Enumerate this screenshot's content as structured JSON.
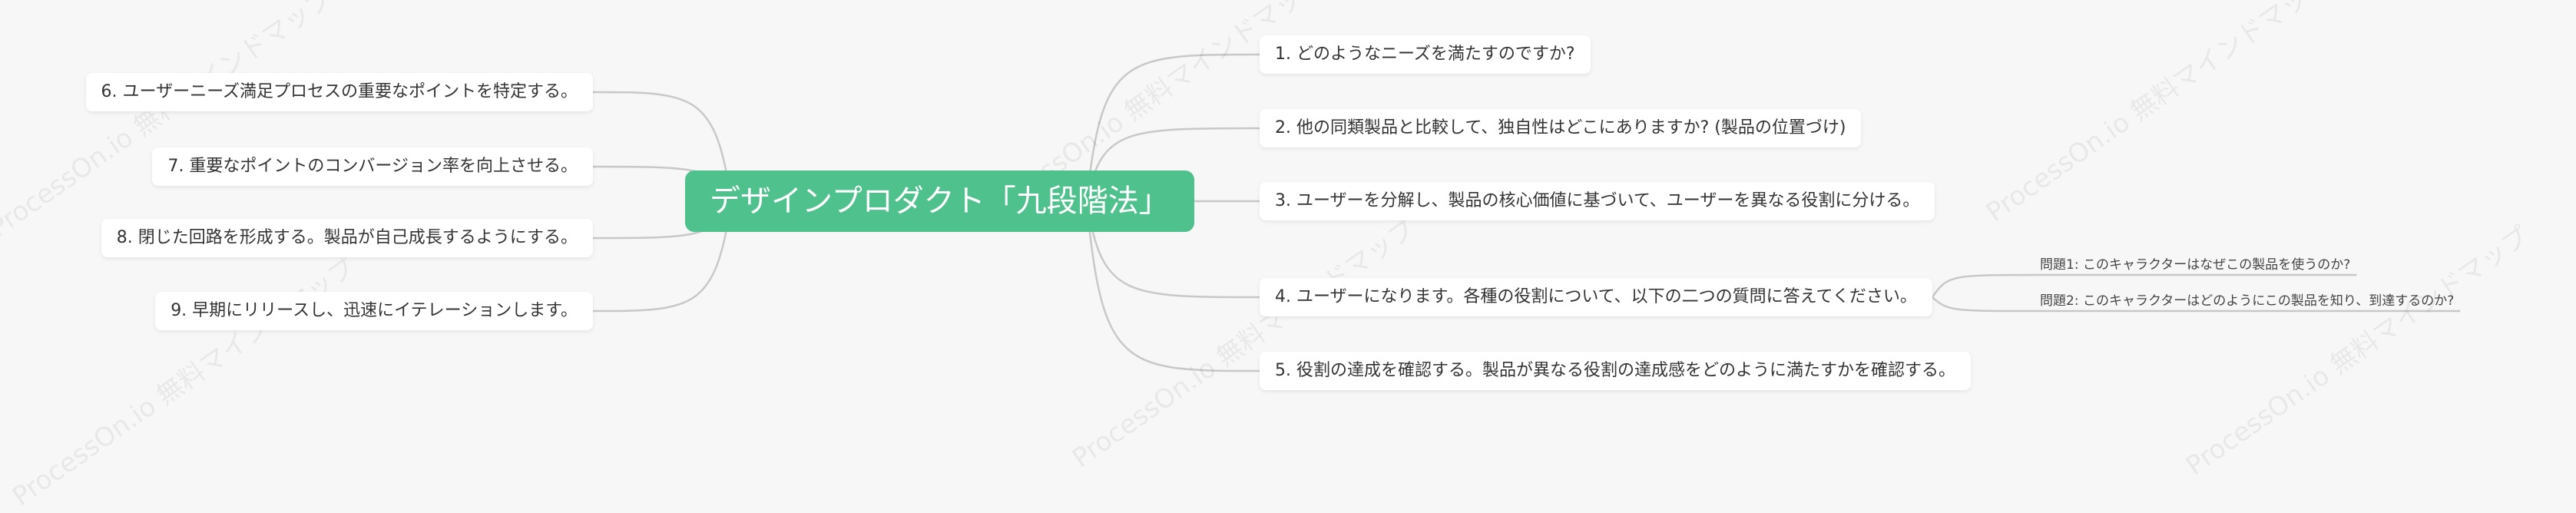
{
  "root": {
    "label": "デザインプロダクト「九段階法」"
  },
  "left_nodes": [
    {
      "label": "6. ユーザーニーズ満足プロセスの重要なポイントを特定する。"
    },
    {
      "label": "7. 重要なポイントのコンバージョン率を向上させる。"
    },
    {
      "label": "8. 閉じた回路を形成する。製品が自己成長するようにする。"
    },
    {
      "label": "9. 早期にリリースし、迅速にイテレーションします。"
    }
  ],
  "right_nodes": [
    {
      "label": "1. どのようなニーズを満たすのですか?"
    },
    {
      "label": "2. 他の同類製品と比較して、独自性はどこにありますか? (製品の位置づけ)"
    },
    {
      "label": "3. ユーザーを分解し、製品の核心価値に基づいて、ユーザーを異なる役割に分ける。"
    },
    {
      "label": "4. ユーザーになります。各種の役割について、以下の二つの質問に答えてください。",
      "children": [
        {
          "label": "問題1: このキャラクターはなぜこの製品を使うのか?"
        },
        {
          "label": "問題2: このキャラクターはどのようにこの製品を知り、到達するのか?"
        }
      ]
    },
    {
      "label": "5. 役割の達成を確認する。製品が異なる役割の達成感をどのように満たすかを確認する。"
    }
  ],
  "watermark": "ProcessOn.io 無料マインドマップ",
  "colors": {
    "root_bg": "#4fc18c",
    "link": "#c8c8c8",
    "background": "#f7f7f7"
  }
}
